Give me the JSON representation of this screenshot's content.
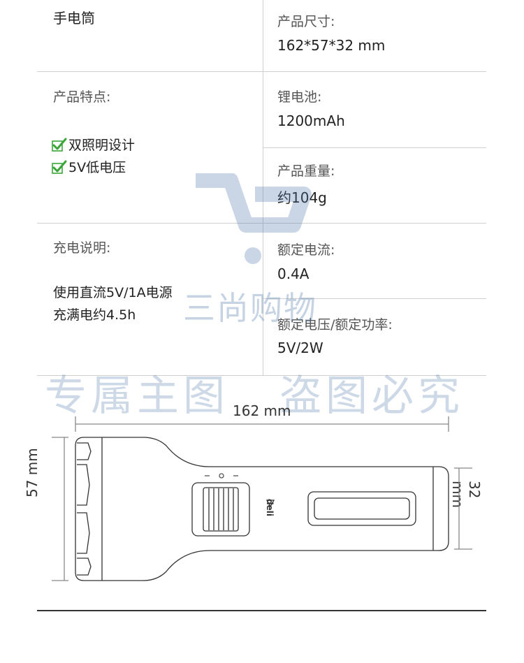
{
  "spec": {
    "product_name": "手电筒",
    "size_label": "产品尺寸:",
    "size_value": "162*57*32 mm",
    "features_label": "产品特点:",
    "features": [
      "双照明设计",
      "5V低电压"
    ],
    "battery_label": "锂电池:",
    "battery_value": "1200mAh",
    "weight_label": "产品重量:",
    "weight_value": "约104g",
    "charge_label": "充电说明:",
    "charge_lines": [
      "使用直流5V/1A电源",
      "充满电约4.5h"
    ],
    "current_label": "额定电流:",
    "current_value": "0.4A",
    "power_label": "额定电压/额定功率:",
    "power_value": "5V/2W"
  },
  "watermark": {
    "small": "三尚购物",
    "left": "专属主图",
    "right": "盗图必究"
  },
  "diagram": {
    "length_label": "162 mm",
    "height_label": "57 mm",
    "width_label": "32 mm",
    "brand": "deli",
    "switch_marks": [
      "-",
      "o",
      "-"
    ]
  },
  "colors": {
    "check": "#3aa63a",
    "line": "#cfcfcf",
    "drawing": "#333333"
  }
}
